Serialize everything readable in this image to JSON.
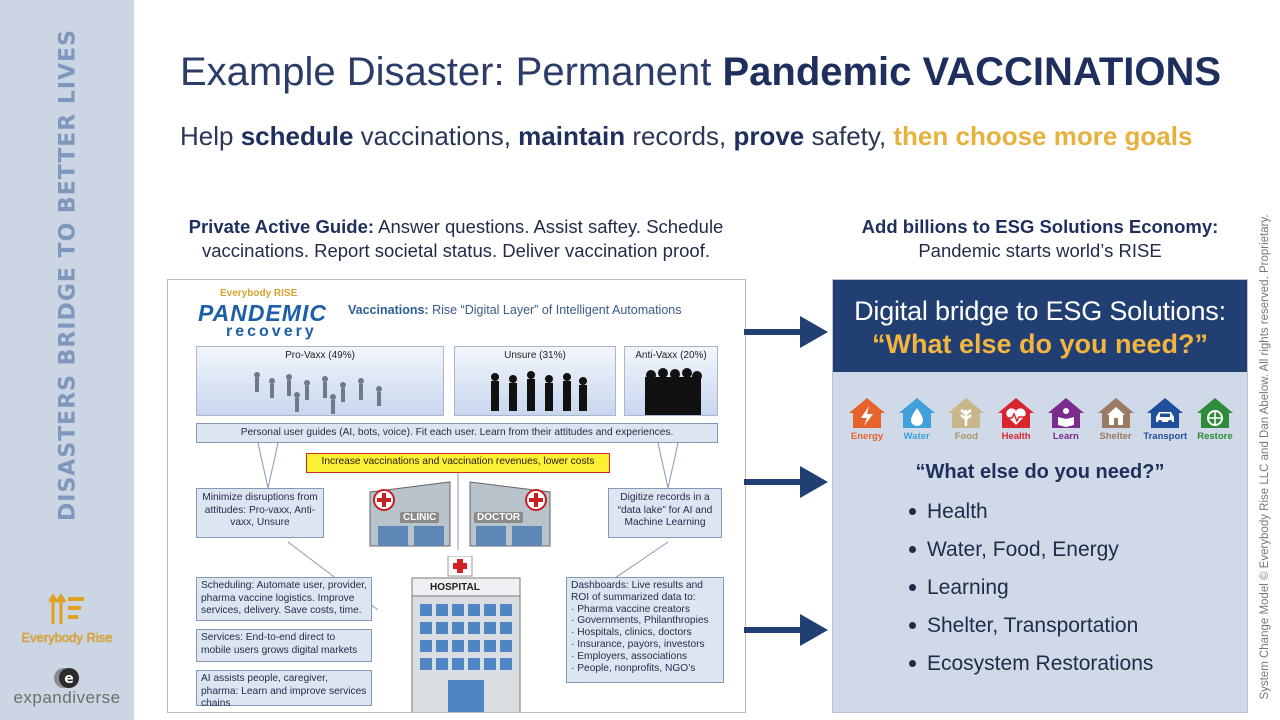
{
  "sidebar": {
    "vertical_title": "DISASTERS BRIDGE TO BETTER LIVES",
    "logo1_name": "Everybody Rise",
    "logo2_name": "expandiverse"
  },
  "copyright": "System Change Model © Everybody Rise LLC and Dan Abelow. All rights reserved. Proprietary.",
  "title": {
    "prefix": "Example Disaster: Permanent ",
    "bold": "Pandemic VACCINATIONS"
  },
  "subtitle": {
    "help": "Help ",
    "schedule": "schedule",
    "t1": " vaccinations, ",
    "maintain": "maintain",
    "t2": " records, ",
    "prove": "prove",
    "t3": " safety, ",
    "goals": "then choose more goals"
  },
  "left_caption": {
    "bold": "Private Active Guide:",
    "text": " Answer questions. Assist saftey. Schedule vaccinations. Report societal status. Deliver vaccination proof."
  },
  "right_caption": {
    "bold": "Add billions to ESG Solutions Economy:",
    "text": "Pandemic starts world’s RISE"
  },
  "infographic": {
    "brand": "Everybody RISE",
    "pandemic": "PANDEMIC",
    "recovery": "recovery",
    "vacc_bold": "Vaccinations:",
    "vacc_text": " Rise “Digital Layer” of Intelligent Automations",
    "crowds": [
      "Pro-Vaxx (49%)",
      "Unsure (31%)",
      "Anti-Vaxx (20%)"
    ],
    "guides": "Personal user guides (AI, bots, voice). Fit each user. Learn from their attitudes and experiences.",
    "goal": "Increase vaccinations and vaccination revenues, lower costs",
    "minimize": "Minimize disruptions from attitudes: Pro-vaxx, Anti-vaxx, Unsure",
    "digitize": "Digitize records in a “data lake” for AI and Machine Learning",
    "clinic": "CLINIC",
    "doctor": "DOCTOR",
    "hospital": "HOSPITAL",
    "scheduling": "Scheduling: Automate user, provider, pharma vaccine logistics. Improve services, delivery. Save costs, time.",
    "services": "Services: End-to-end direct to mobile users grows digital markets",
    "ai": "AI assists people, caregiver, pharma: Learn and improve services chains",
    "dash_title": "Dashboards: Live results and ROI of summarized data to:",
    "dash_items": [
      "Pharma vaccine creators",
      "Governments, Philanthropies",
      "Hospitals, clinics, doctors",
      "Insurance, payors, investors",
      "Employers, associations",
      "People, nonprofits, NGO’s"
    ]
  },
  "right_box": {
    "header_line1": "Digital bridge to ESG Solutions:",
    "header_line2": "“What else do you need?”",
    "icons": [
      {
        "label": "Energy",
        "icon": "lightning-icon",
        "color": "#e8632b"
      },
      {
        "label": "Water",
        "icon": "water-drop-icon",
        "color": "#3fa0dc"
      },
      {
        "label": "Food",
        "icon": "wheat-icon",
        "color": "#c8b78a"
      },
      {
        "label": "Health",
        "icon": "heartbeat-icon",
        "color": "#d7262f"
      },
      {
        "label": "Learn",
        "icon": "reading-person-icon",
        "color": "#7a2c8c"
      },
      {
        "label": "Shelter",
        "icon": "house-icon",
        "color": "#9a7a62"
      },
      {
        "label": "Transport",
        "icon": "car-icon",
        "color": "#1f4f9b"
      },
      {
        "label": "Restore",
        "icon": "globe-icon",
        "color": "#2f8a3b"
      }
    ],
    "question": "“What else do you need?”",
    "list": [
      "Health",
      "Water, Food, Energy",
      "Learning",
      "Shelter, Transportation",
      "Ecosystem Restorations"
    ]
  },
  "colors": {
    "navy": "#213f73",
    "gold": "#f4b53f",
    "sidebar": "#cbd5e3"
  }
}
